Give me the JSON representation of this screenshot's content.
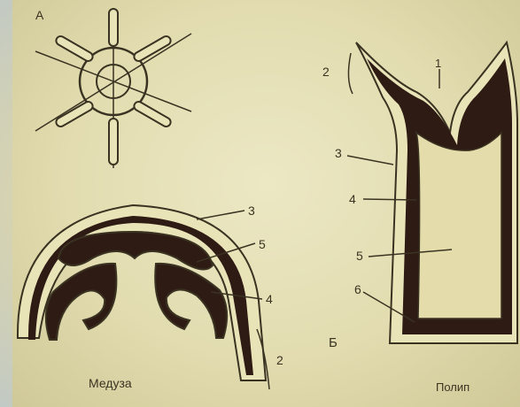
{
  "diagram": {
    "panel_a_letter": "A",
    "panel_b_letter": "Б",
    "medusa": {
      "caption": "Медуза",
      "labels": [
        "3",
        "5",
        "4",
        "2"
      ]
    },
    "polyp": {
      "caption": "Полип",
      "labels": [
        "2",
        "1",
        "3",
        "4",
        "5",
        "6"
      ]
    }
  },
  "colors": {
    "ink": "#3a3322",
    "tissue_dark": "#2e1b14",
    "paper": "#e6e0b4"
  }
}
